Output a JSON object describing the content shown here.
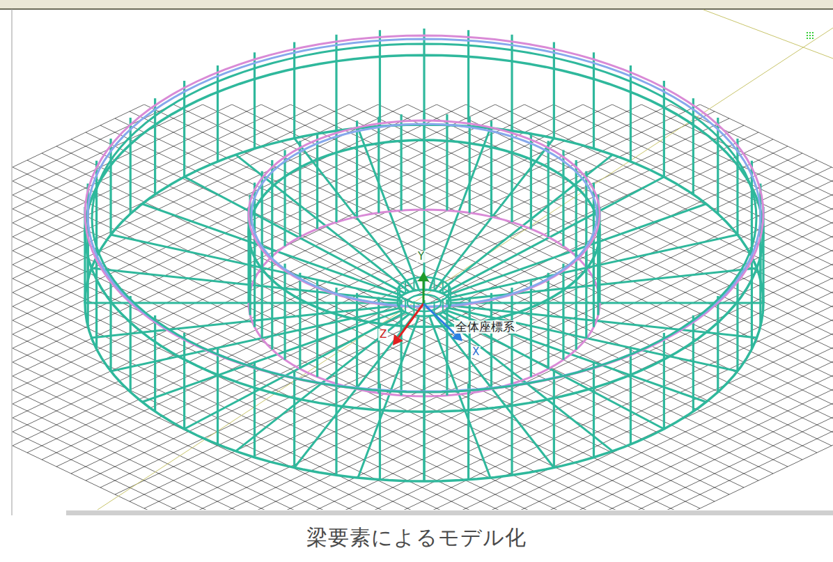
{
  "diagram": {
    "caption": "梁要素によるモデル化",
    "labels": [
      "Y",
      "Z",
      "X",
      "全体座標系"
    ]
  }
}
